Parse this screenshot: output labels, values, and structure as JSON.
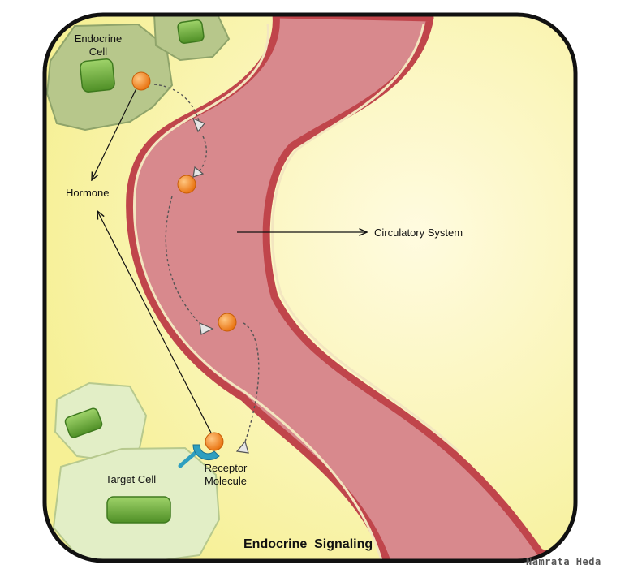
{
  "labels": {
    "endocrine_cell": "Endocrine\nCell",
    "hormone": "Hormone",
    "circulatory_system": "Circulatory System",
    "receptor_molecule": "Receptor\nMolecule",
    "target_cell": "Target Cell",
    "title": "Endocrine  Signaling",
    "author": "Namrata Heda"
  },
  "colors": {
    "background": "#fbf7b0",
    "vessel_fill": "#d98b8f",
    "vessel_wall": "#c0454b",
    "endocrine_cell": "#b9c98e",
    "target_cell": "#e3efc8",
    "nucleus": "#6fa83a",
    "hormone": "#f07d17",
    "receptor": "#2e9fc0"
  }
}
